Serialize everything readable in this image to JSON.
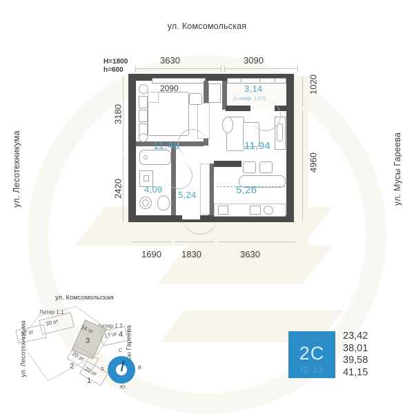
{
  "streets": {
    "top": "ул. Комсомольская",
    "left": "ул. Лесотехникума",
    "right": "ул. Мусы Гареева"
  },
  "ceiling": {
    "height_main": "H=1800",
    "height_sub": "h=600"
  },
  "dimensions": {
    "top": [
      "3630",
      "3090"
    ],
    "left": [
      "3180",
      "2420"
    ],
    "right": [
      "1020",
      "4960"
    ],
    "bottom": [
      "1690",
      "1830",
      "3630"
    ],
    "interior": [
      "2090"
    ]
  },
  "rooms": [
    {
      "name": "bedroom",
      "area": "11,48",
      "coef": ""
    },
    {
      "name": "bathroom",
      "area": "4,09",
      "coef": ""
    },
    {
      "name": "hallway",
      "area": "5,24",
      "coef": ""
    },
    {
      "name": "living-room",
      "area": "11,94",
      "coef": ""
    },
    {
      "name": "kitchen",
      "area": "5,26",
      "coef": ""
    },
    {
      "name": "balcony",
      "area": "3,14",
      "coef": "(с коэф. 1,57)"
    }
  ],
  "minimap": {
    "street_top": "ул. Комсомольская",
    "street_left": "ул. Лесотехникума",
    "street_right": "ул. Мусы Гареева",
    "liters": [
      "Литер 1.1",
      "Литер 1.2"
    ],
    "floors": [
      "30 эт",
      "32 эт",
      "24 эт",
      "17 эт",
      "20 эт",
      "20 эт"
    ],
    "sections": [
      "1",
      "2",
      "3",
      "4"
    ],
    "compass": [
      "С",
      "В",
      "Ю",
      "З"
    ]
  },
  "info": {
    "type_label": "2С",
    "id_label": "ID 13",
    "areas": [
      "23,42",
      "38,01",
      "39,58",
      "41,15"
    ],
    "accent_color": "#2b8cc8",
    "area_text_color": "#4aa6c4"
  }
}
